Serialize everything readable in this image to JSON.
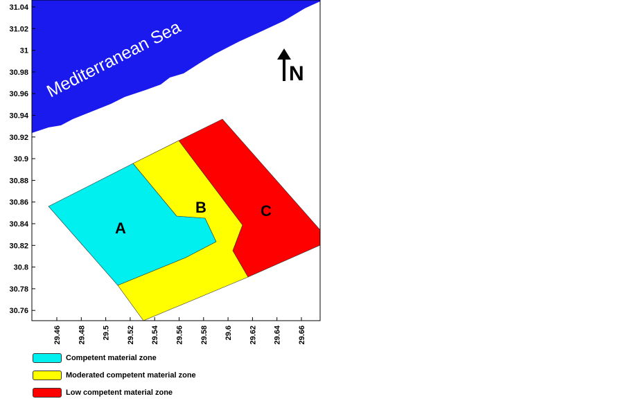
{
  "map": {
    "sea_label": "Mediterranean Sea",
    "north_label": "N",
    "x_ticks": [
      "29.46",
      "29.48",
      "29.5",
      "29.52",
      "29.54",
      "29.56",
      "29.58",
      "29.6",
      "29.62",
      "29.64",
      "29.66"
    ],
    "y_ticks": [
      "31.04",
      "31.02",
      "31",
      "30.98",
      "30.96",
      "30.94",
      "30.92",
      "30.9",
      "30.88",
      "30.86",
      "30.84",
      "30.82",
      "30.8",
      "30.78",
      "30.76"
    ],
    "colors": {
      "sea": "#1a1aee",
      "zone_a": "#00f0f0",
      "zone_b": "#ffff00",
      "zone_c": "#ff0000"
    },
    "zones": [
      {
        "id": "a",
        "label": "A"
      },
      {
        "id": "b",
        "label": "B"
      },
      {
        "id": "c",
        "label": "C"
      }
    ]
  },
  "legend": {
    "items": [
      {
        "label": "Competent material zone",
        "color": "#00f0f0"
      },
      {
        "label": "Moderated competent material zone",
        "color": "#ffff00"
      },
      {
        "label": "Low competent material zone",
        "color": "#ff0000"
      }
    ]
  }
}
